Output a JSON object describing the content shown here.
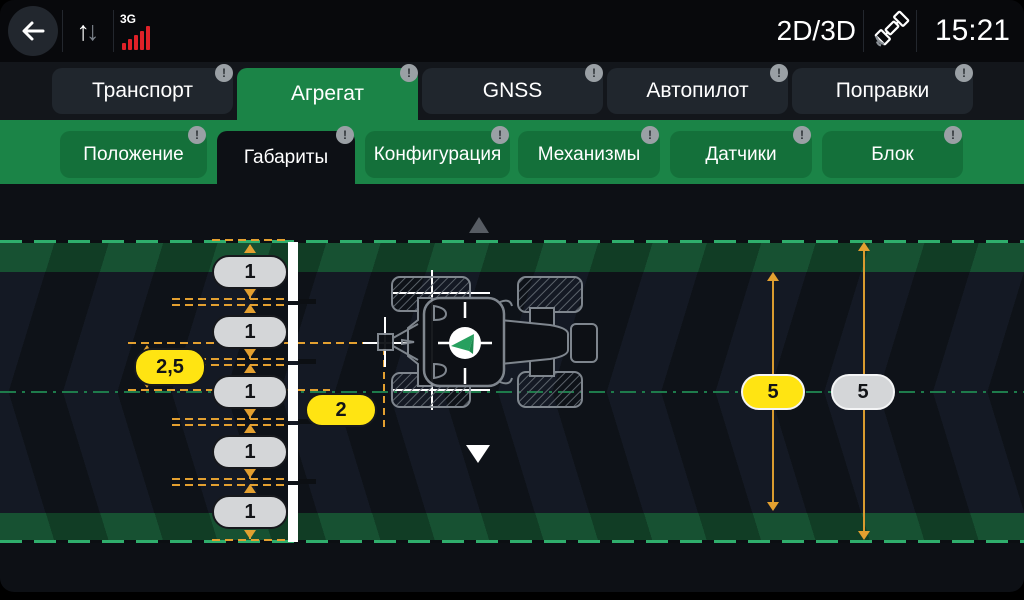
{
  "topbar": {
    "mode_label": "2D/3D",
    "time": "15:21",
    "network_label": "3G"
  },
  "badge_glyph": "!",
  "main_tabs": {
    "items": [
      "Транспорт",
      "Агрегат",
      "GNSS",
      "Автопилот",
      "Поправки"
    ],
    "selected": "Агрегат"
  },
  "sub_tabs": {
    "items": [
      "Положение",
      "Габариты",
      "Конфигурация",
      "Механизмы",
      "Датчики",
      "Блок"
    ],
    "selected": "Габариты"
  },
  "field": {
    "section_widths": [
      "1",
      "1",
      "1",
      "1",
      "1"
    ],
    "lateral_offset": "2,5",
    "longitudinal_offset": "2",
    "working_width": "5",
    "coverage_width": "5"
  },
  "colors": {
    "accent_green": "#1b8447",
    "measure_orange": "#e3a030",
    "value_yellow": "#ffe412",
    "value_gray": "#d4d6d8",
    "signal_red": "#e02128",
    "guide_teal": "#2fae6c"
  }
}
